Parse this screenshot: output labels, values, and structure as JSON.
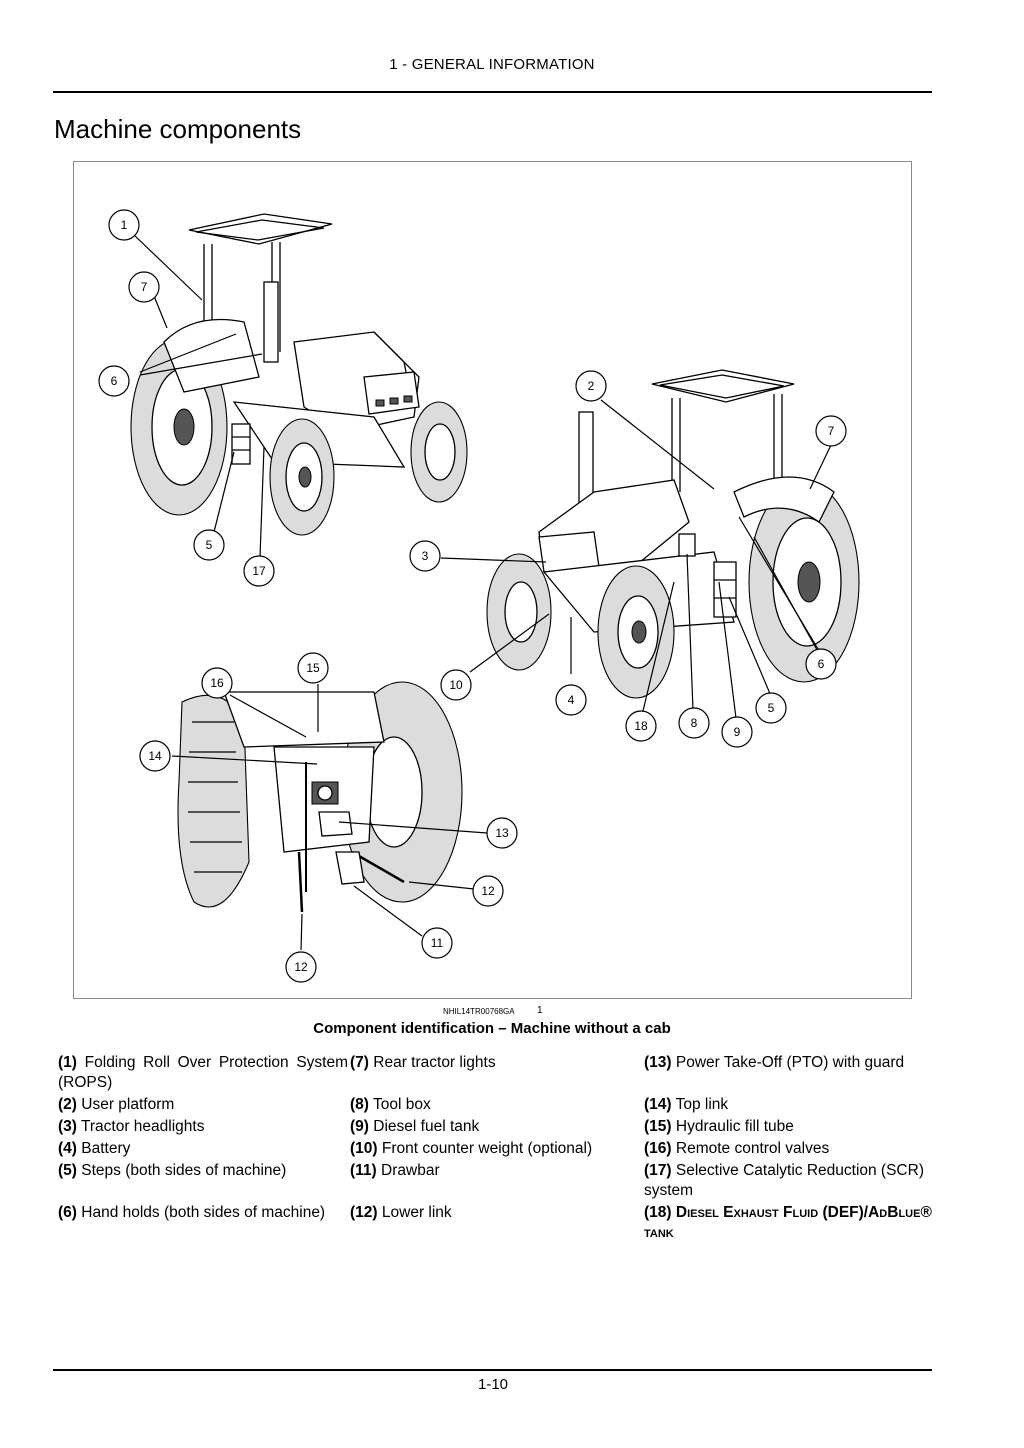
{
  "header": {
    "section": "1 - GENERAL INFORMATION"
  },
  "page": {
    "title": "Machine components",
    "page_number": "1-10"
  },
  "figure": {
    "reference_code": "NHIL14TR00768GA",
    "figure_number": "1",
    "caption": "Component identification – Machine without a cab",
    "callout_numbers": [
      "1",
      "7",
      "6",
      "5",
      "17",
      "3",
      "2",
      "7",
      "6",
      "10",
      "4",
      "18",
      "8",
      "9",
      "5",
      "16",
      "15",
      "14",
      "13",
      "12",
      "11",
      "12"
    ]
  },
  "legend": {
    "col1": [
      {
        "num": "(1)",
        "text": "Folding Roll Over Protection System (ROPS)"
      },
      {
        "num": "(2)",
        "text": "User platform"
      },
      {
        "num": "(3)",
        "text": "Tractor headlights"
      },
      {
        "num": "(4)",
        "text": "Battery"
      },
      {
        "num": "(5)",
        "text": "Steps (both sides of machine)"
      },
      {
        "num": "(6)",
        "text": "Hand holds (both sides of machine)"
      }
    ],
    "col2": [
      {
        "num": "(7)",
        "text": "Rear tractor lights"
      },
      {
        "num": "(8)",
        "text": "Tool box"
      },
      {
        "num": "(9)",
        "text": "Diesel fuel tank"
      },
      {
        "num": "(10)",
        "text": "Front counter weight (optional)"
      },
      {
        "num": "(11)",
        "text": "Drawbar"
      },
      {
        "num": "(12)",
        "text": "Lower link"
      }
    ],
    "col3": [
      {
        "num": "(13)",
        "text": "Power Take-Off (PTO) with guard"
      },
      {
        "num": "(14)",
        "text": "Top link"
      },
      {
        "num": "(15)",
        "text": "Hydraulic fill tube"
      },
      {
        "num": "(16)",
        "text": "Remote control valves"
      },
      {
        "num": "(17)",
        "text": "Selective Catalytic Reduction (SCR) system"
      },
      {
        "num": "(18)",
        "text": "Diesel Exhaust Fluid (DEF)/AdBlue® tank"
      }
    ]
  }
}
